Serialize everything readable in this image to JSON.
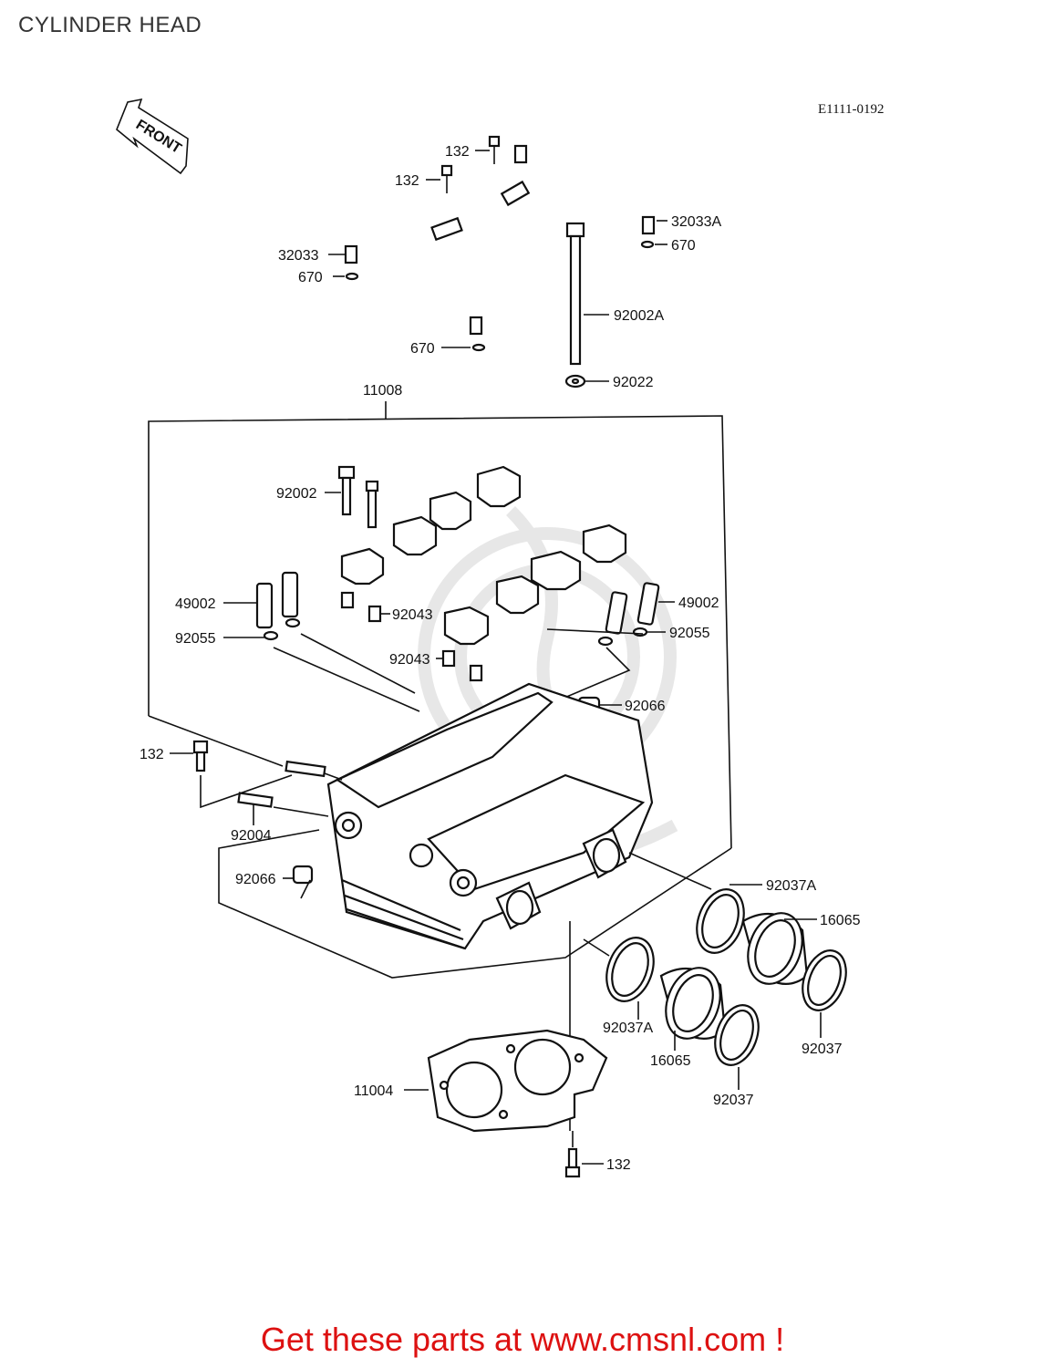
{
  "header": {
    "title": "CYLINDER HEAD",
    "diagram_code": "E1111-0192"
  },
  "front_arrow": {
    "text": "FRONT"
  },
  "callouts": [
    {
      "id": "c-132-a",
      "text": "132"
    },
    {
      "id": "c-132-b",
      "text": "132"
    },
    {
      "id": "c-32033a",
      "text": "32033A"
    },
    {
      "id": "c-670-a",
      "text": "670"
    },
    {
      "id": "c-32033",
      "text": "32033"
    },
    {
      "id": "c-670-b",
      "text": "670"
    },
    {
      "id": "c-92002a",
      "text": "92002A"
    },
    {
      "id": "c-670-c",
      "text": "670"
    },
    {
      "id": "c-92022",
      "text": "92022"
    },
    {
      "id": "c-11008",
      "text": "11008"
    },
    {
      "id": "c-92002",
      "text": "92002"
    },
    {
      "id": "c-49002-l",
      "text": "49002"
    },
    {
      "id": "c-92043-a",
      "text": "92043"
    },
    {
      "id": "c-49002-r",
      "text": "49002"
    },
    {
      "id": "c-92055-l",
      "text": "92055"
    },
    {
      "id": "c-92055-r",
      "text": "92055"
    },
    {
      "id": "c-92043-b",
      "text": "92043"
    },
    {
      "id": "c-92066-a",
      "text": "92066"
    },
    {
      "id": "c-132-c",
      "text": "132"
    },
    {
      "id": "c-92004",
      "text": "92004"
    },
    {
      "id": "c-92066-b",
      "text": "92066"
    },
    {
      "id": "c-92037a-a",
      "text": "92037A"
    },
    {
      "id": "c-16065-a",
      "text": "16065"
    },
    {
      "id": "c-92037a-b",
      "text": "92037A"
    },
    {
      "id": "c-16065-b",
      "text": "16065"
    },
    {
      "id": "c-92037-a",
      "text": "92037"
    },
    {
      "id": "c-11004",
      "text": "11004"
    },
    {
      "id": "c-92037-b",
      "text": "92037"
    },
    {
      "id": "c-132-d",
      "text": "132"
    }
  ],
  "banner": {
    "text": "Get these parts at www.cmsnl.com !"
  },
  "colors": {
    "banner": "#dd1111",
    "ink": "#111111",
    "title": "#333333"
  }
}
